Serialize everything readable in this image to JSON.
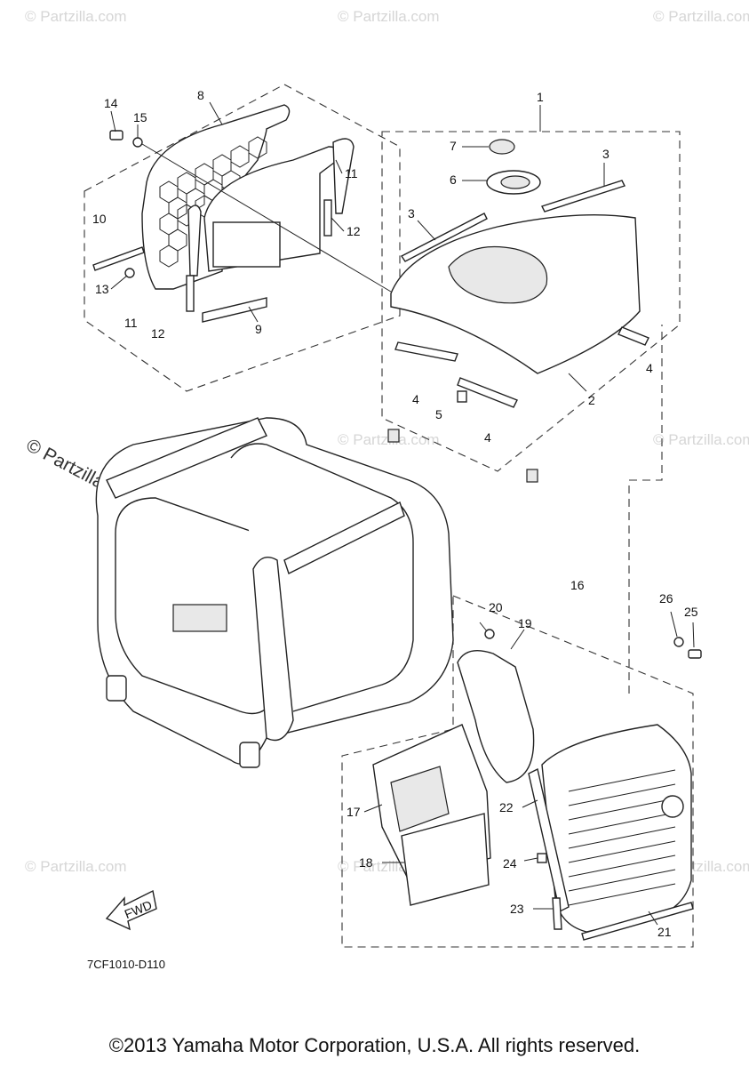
{
  "watermark": {
    "short": "© Partzilla.com",
    "large": "© Partzilla.com"
  },
  "callouts": [
    {
      "id": "1",
      "label": "1"
    },
    {
      "id": "2",
      "label": "2"
    },
    {
      "id": "3a",
      "label": "3"
    },
    {
      "id": "3b",
      "label": "3"
    },
    {
      "id": "4a",
      "label": "4"
    },
    {
      "id": "4b",
      "label": "4"
    },
    {
      "id": "4c",
      "label": "4"
    },
    {
      "id": "5",
      "label": "5"
    },
    {
      "id": "6",
      "label": "6"
    },
    {
      "id": "7",
      "label": "7"
    },
    {
      "id": "8",
      "label": "8"
    },
    {
      "id": "9",
      "label": "9"
    },
    {
      "id": "10",
      "label": "10"
    },
    {
      "id": "11a",
      "label": "11"
    },
    {
      "id": "11b",
      "label": "11"
    },
    {
      "id": "12a",
      "label": "12"
    },
    {
      "id": "12b",
      "label": "12"
    },
    {
      "id": "13",
      "label": "13"
    },
    {
      "id": "14",
      "label": "14"
    },
    {
      "id": "15",
      "label": "15"
    },
    {
      "id": "16",
      "label": "16"
    },
    {
      "id": "17",
      "label": "17"
    },
    {
      "id": "18",
      "label": "18"
    },
    {
      "id": "19",
      "label": "19"
    },
    {
      "id": "20",
      "label": "20"
    },
    {
      "id": "21",
      "label": "21"
    },
    {
      "id": "22",
      "label": "22"
    },
    {
      "id": "23",
      "label": "23"
    },
    {
      "id": "24",
      "label": "24"
    },
    {
      "id": "25",
      "label": "25"
    },
    {
      "id": "26",
      "label": "26"
    }
  ],
  "fwd_label": "FWD",
  "diagram_code": "7CF1010-D110",
  "copyright": "©2013 Yamaha Motor Corporation, U.S.A. All rights reserved."
}
